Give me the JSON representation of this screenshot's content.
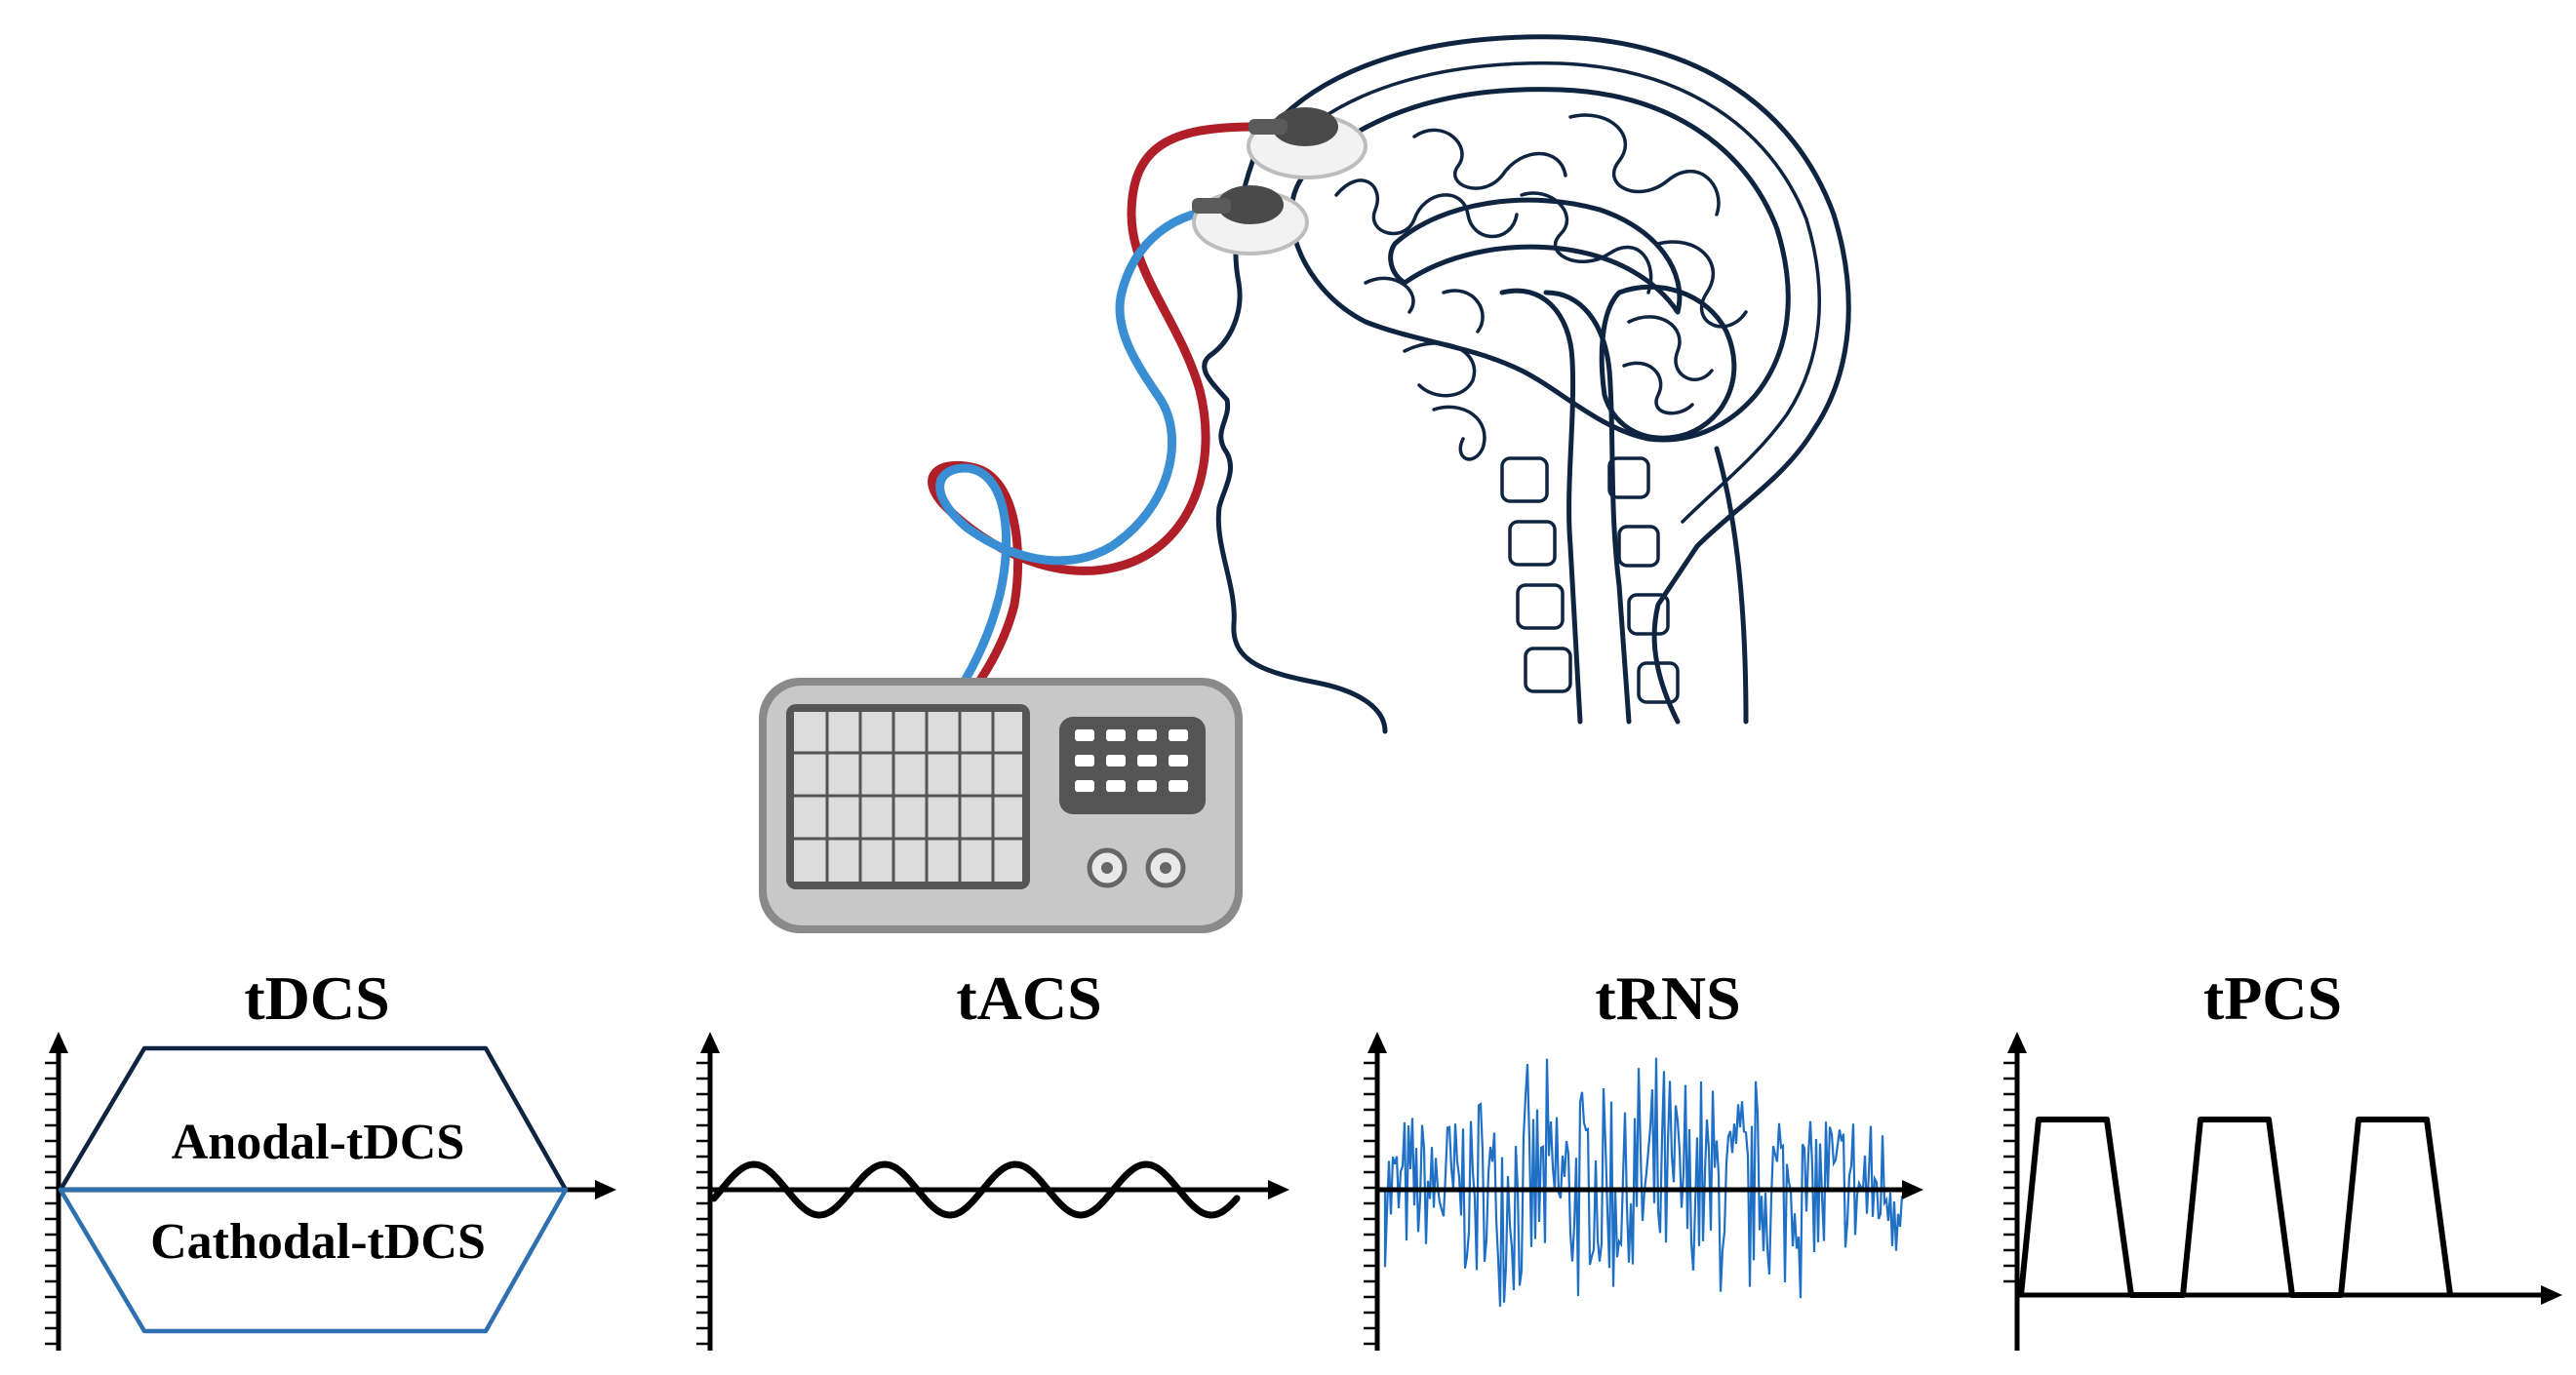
{
  "panels": [
    {
      "id": "tdcs",
      "title": "tDCS"
    },
    {
      "id": "tacs",
      "title": "tACS"
    },
    {
      "id": "trns",
      "title": "tRNS"
    },
    {
      "id": "tpcs",
      "title": "tPCS"
    }
  ],
  "tdcs": {
    "upper_label": "Anodal-tDCS",
    "lower_label": "Cathodal-tDCS"
  },
  "colors": {
    "anode_wire": "#b01e28",
    "cathode_wire": "#3a8fd4",
    "brain_outline": "#0e2440",
    "noise": "#1f6fc4",
    "tdcs_upper": "#0e2440",
    "tdcs_lower": "#2e6fb0",
    "device_body": "#c8c8c8",
    "device_frame": "#8a8a8a"
  },
  "icons": [
    "head-sagittal-brain-illustration",
    "electrode-icon",
    "stimulator-device-icon"
  ]
}
